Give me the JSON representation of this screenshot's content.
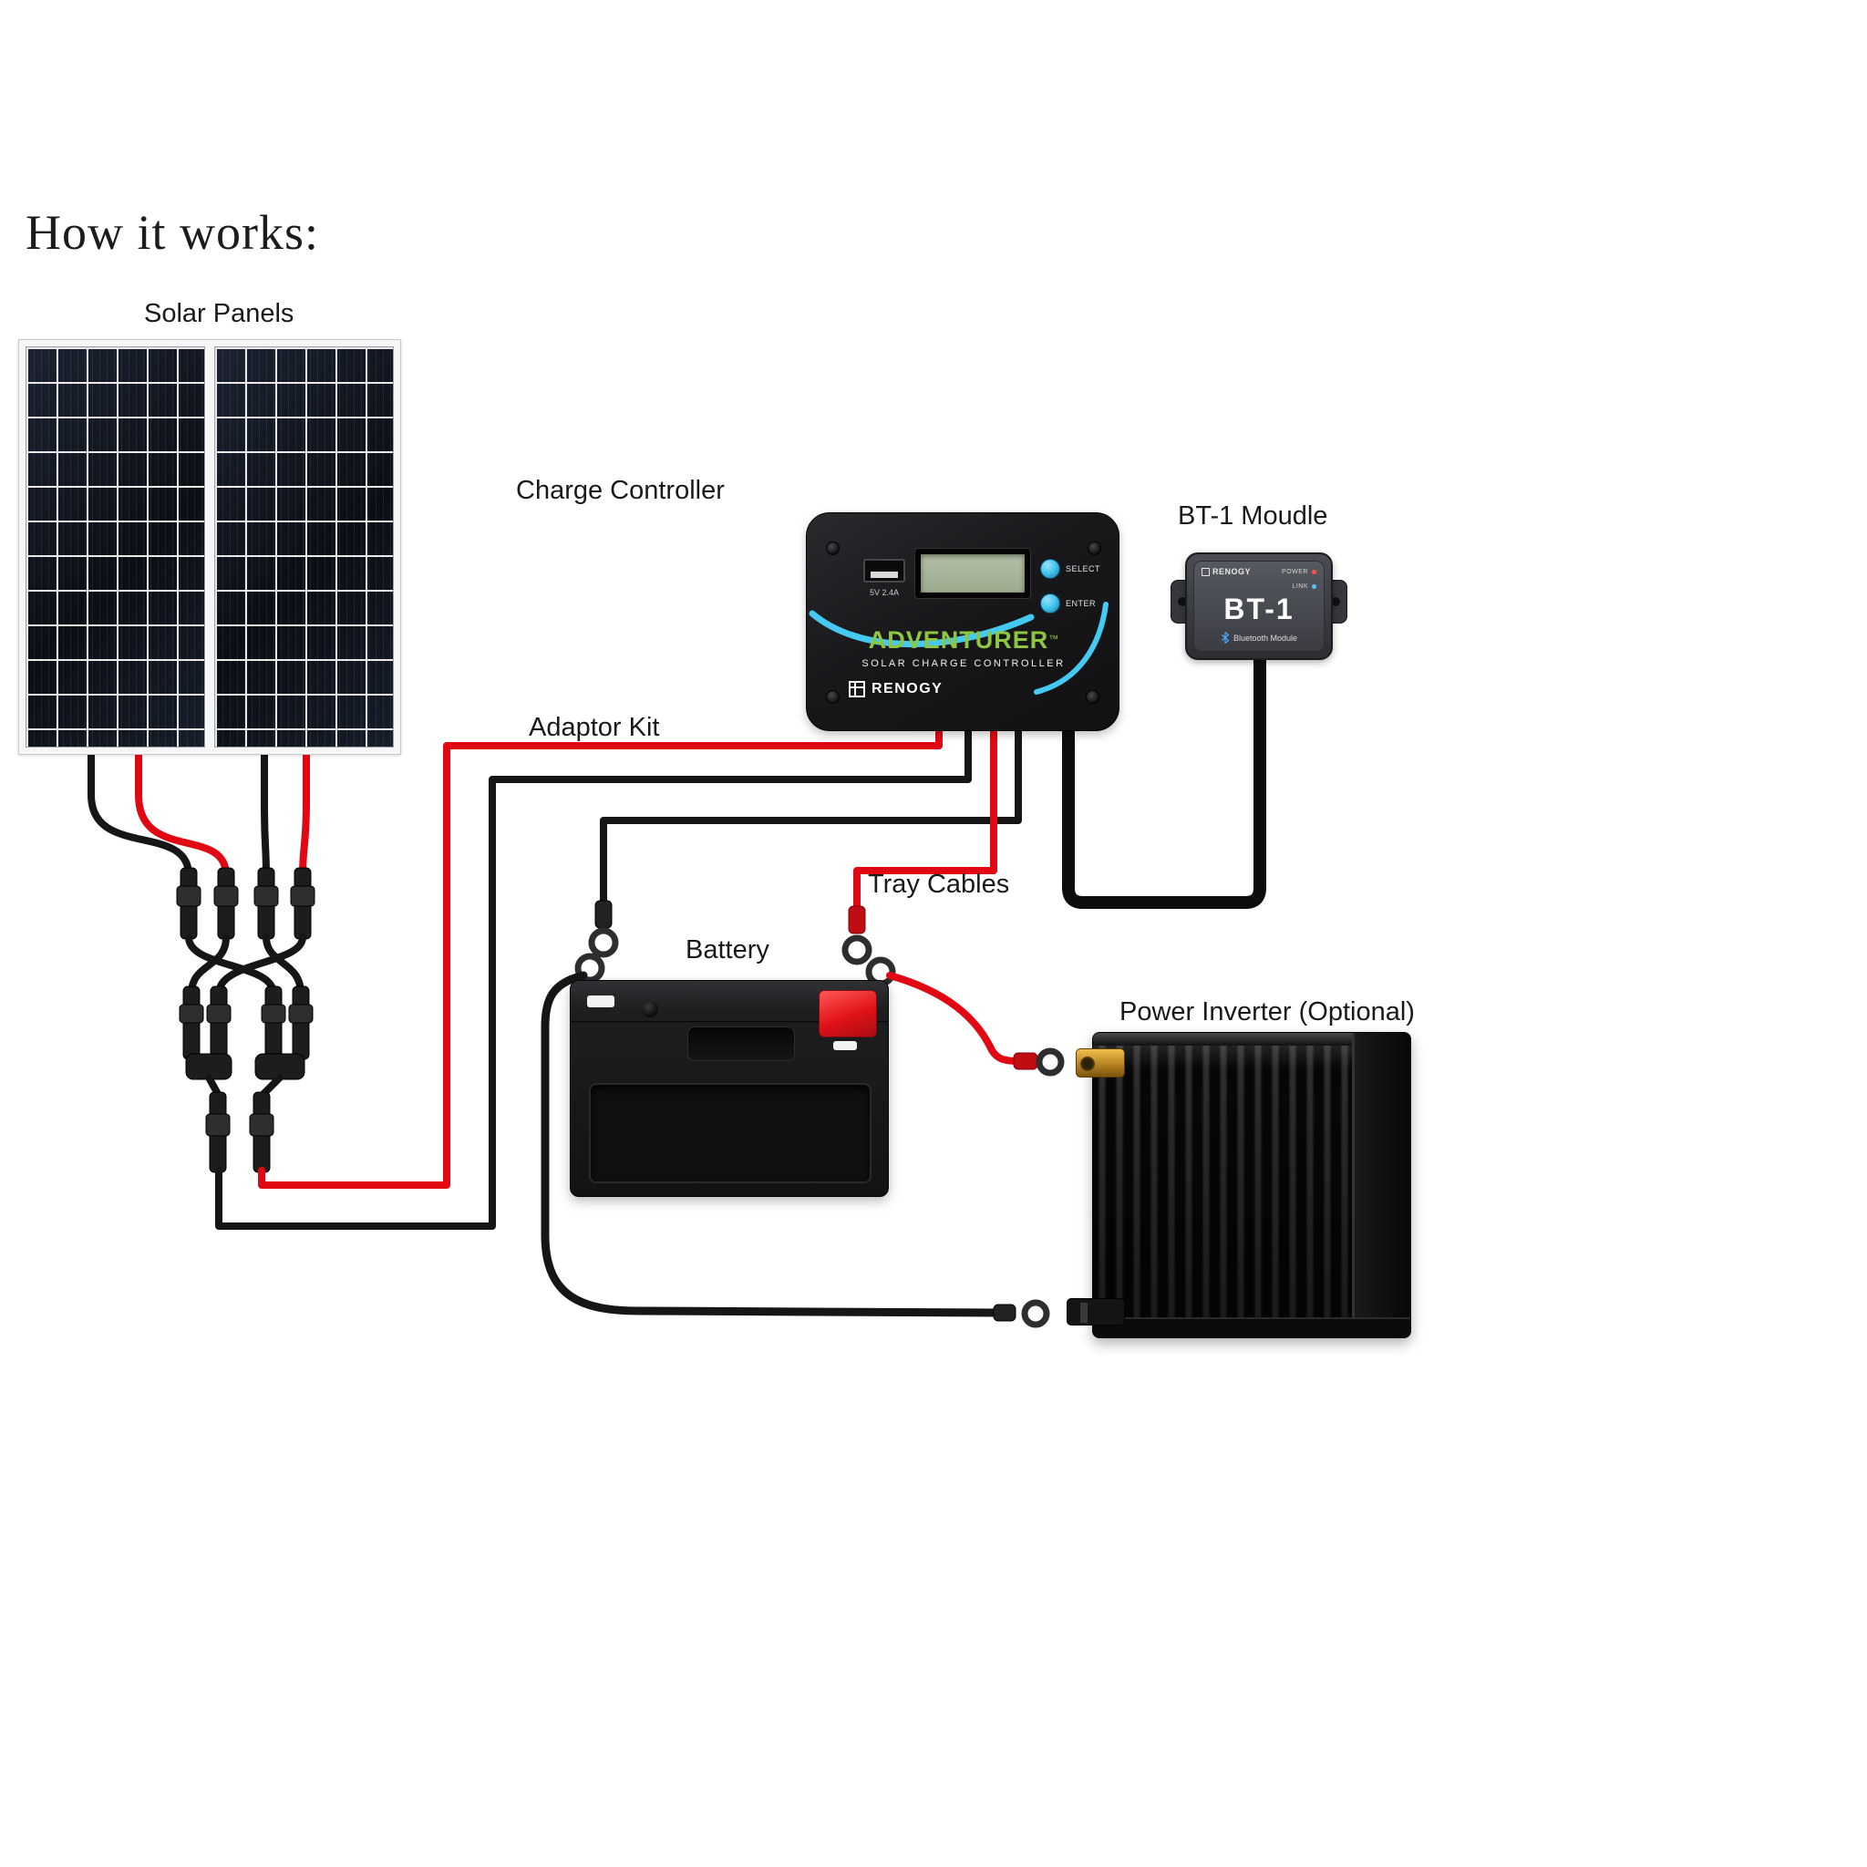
{
  "title": "How it works:",
  "component_labels": {
    "solar_panels": "Solar Panels",
    "charge_controller": "Charge Controller",
    "bt1_module": "BT-1 Moudle",
    "adaptor_kit": "Adaptor Kit",
    "tray_cables": "Tray Cables",
    "battery": "Battery",
    "power_inverter": "Power Inverter (Optional)"
  },
  "charge_controller": {
    "usb_label": "5V 2.4A",
    "button_select": "SELECT",
    "button_enter": "ENTER",
    "product_name": "ADVENTURER",
    "trademark": "™",
    "product_subtitle": "SOLAR CHARGE CONTROLLER",
    "brand": "RENOGY"
  },
  "bt1_module": {
    "brand": "RENOGY",
    "led_power": "POWER",
    "led_link": "LINK",
    "model": "BT-1",
    "subtitle": "Bluetooth Module"
  },
  "colors": {
    "wire_red": "#e10813",
    "wire_black": "#161616",
    "accent_cyan": "#45c8f1",
    "brand_green": "#8dc63f"
  }
}
